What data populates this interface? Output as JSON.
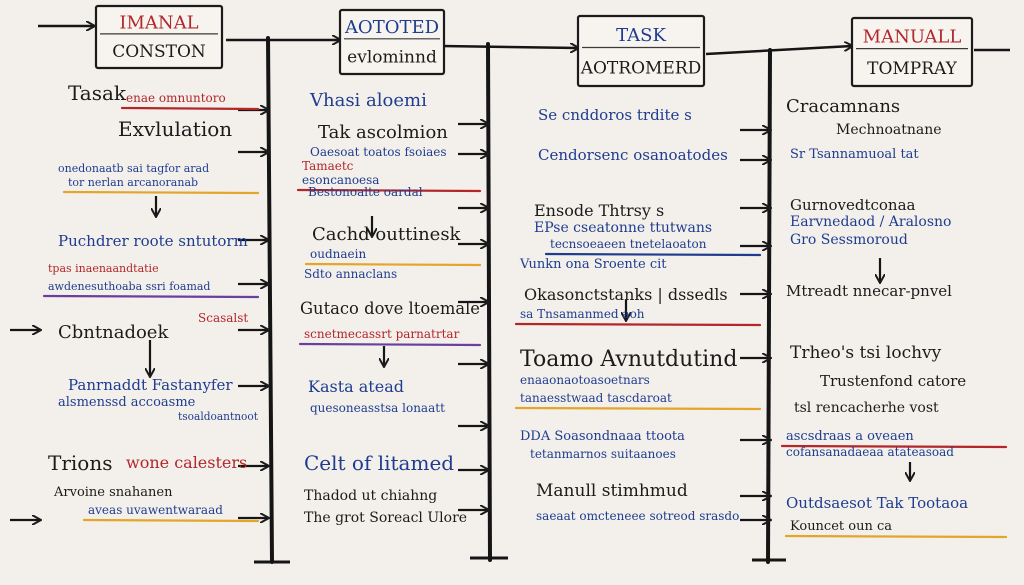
{
  "headers": [
    {
      "top": "IMANAL",
      "bottom": "CONSTON",
      "top_color": "#b3262a",
      "bottom_color": "#1b1b1b"
    },
    {
      "top": "AOTOTED",
      "bottom": "evlominnd",
      "top_color": "#1f3c8f",
      "bottom_color": "#1b1b1b"
    },
    {
      "top": "TASK",
      "bottom": "AOTROMERD",
      "top_color": "#1f3c8f",
      "bottom_color": "#1b1b1b"
    },
    {
      "top": "MANUALL",
      "bottom": "TOMPRAY",
      "top_color": "#b3262a",
      "bottom_color": "#1b1b1b"
    }
  ],
  "columns": [
    {
      "items": [
        {
          "text": "Tasak",
          "color": "#1b1b1b",
          "size": 20
        },
        {
          "text": "enae omnuntoro",
          "color": "#b3262a",
          "size": 12
        },
        {
          "text": "Exvlulation",
          "color": "#1b1b1b",
          "size": 20
        },
        {
          "text": "onedonaatb sai tagfor arad",
          "color": "#1f3c8f",
          "size": 11
        },
        {
          "text": "tor nerlan arcanoranab",
          "color": "#1f3c8f",
          "size": 11
        },
        {
          "text": "Puchdrer roote sntutorm",
          "color": "#1f3c8f",
          "size": 15
        },
        {
          "text": "tpas inaenaandtatie",
          "color": "#b3262a",
          "size": 11
        },
        {
          "text": "awdenesuthoaba ssri foamad",
          "color": "#1f3c8f",
          "size": 11
        },
        {
          "text": "Cbntnadoek",
          "color": "#1b1b1b",
          "size": 18
        },
        {
          "text": "Scasalst",
          "color": "#b3262a",
          "size": 12
        },
        {
          "text": "Panrnaddt Fastanyfer",
          "color": "#1f3c8f",
          "size": 15
        },
        {
          "text": "alsmenssd accoasme",
          "color": "#1f3c8f",
          "size": 13
        },
        {
          "text": "tsoaldoantnoot",
          "color": "#1f3c8f",
          "size": 11
        },
        {
          "text": "Trions",
          "color": "#1b1b1b",
          "size": 20
        },
        {
          "text": "wone calesters",
          "color": "#b3262a",
          "size": 16
        },
        {
          "text": "Arvoine snahanen",
          "color": "#1b1b1b",
          "size": 13
        },
        {
          "text": "aveas uvawentwaraad",
          "color": "#1f3c8f",
          "size": 12
        }
      ]
    },
    {
      "items": [
        {
          "text": "Vhasi aloemi",
          "color": "#1f3c8f",
          "size": 18
        },
        {
          "text": "Tak ascolmion",
          "color": "#1b1b1b",
          "size": 18
        },
        {
          "text": "Oaesoat toatos fsoiaes",
          "color": "#1f3c8f",
          "size": 12
        },
        {
          "text": "Tamaetc",
          "color": "#b3262a",
          "size": 12
        },
        {
          "text": "esoncanoesa",
          "color": "#1f3c8f",
          "size": 12
        },
        {
          "text": "Bestonoalte oardal",
          "color": "#1f3c8f",
          "size": 12
        },
        {
          "text": "Cachd outtinesk",
          "color": "#1b1b1b",
          "size": 18
        },
        {
          "text": "oudnaein",
          "color": "#1f3c8f",
          "size": 12
        },
        {
          "text": "Sdto annaclans",
          "color": "#1f3c8f",
          "size": 12
        },
        {
          "text": "Gutaco dove ltoemale",
          "color": "#1b1b1b",
          "size": 17
        },
        {
          "text": "scnetmecassrt parnatrtar",
          "color": "#b3262a",
          "size": 12
        },
        {
          "text": "Kasta atead",
          "color": "#1f3c8f",
          "size": 16
        },
        {
          "text": "quesoneasstsa lonaatt",
          "color": "#1f3c8f",
          "size": 12
        },
        {
          "text": "Celt of litamed",
          "color": "#1f3c8f",
          "size": 20
        },
        {
          "text": "Thadod ut chiahng",
          "color": "#1b1b1b",
          "size": 14
        },
        {
          "text": "The grot Soreacl Ulore",
          "color": "#1b1b1b",
          "size": 14
        }
      ]
    },
    {
      "items": [
        {
          "text": "Se cnddoros trdite s",
          "color": "#1f3c8f",
          "size": 15
        },
        {
          "text": "Cendorsenc osanoatodes",
          "color": "#1f3c8f",
          "size": 15
        },
        {
          "text": "Ensode Thtrsy s",
          "color": "#1b1b1b",
          "size": 16
        },
        {
          "text": "EPse cseatonne ttutwans",
          "color": "#1f3c8f",
          "size": 14
        },
        {
          "text": "tecnsoeaeen tnetelaoaton",
          "color": "#1f3c8f",
          "size": 12
        },
        {
          "text": "Vunkn ona Sroente cit",
          "color": "#1f3c8f",
          "size": 13
        },
        {
          "text": "Okasonctstanks | dssedls",
          "color": "#1b1b1b",
          "size": 16
        },
        {
          "text": "sa Tnsamanmed aoh",
          "color": "#1f3c8f",
          "size": 12
        },
        {
          "text": "Toamo Avnutdutind",
          "color": "#1b1b1b",
          "size": 22
        },
        {
          "text": "enaaonaotoasoetnars",
          "color": "#1f3c8f",
          "size": 12
        },
        {
          "text": "tanaesstwaad tascdaroat",
          "color": "#1f3c8f",
          "size": 12
        },
        {
          "text": "DDA Soasondnaaa ttoota",
          "color": "#1f3c8f",
          "size": 13
        },
        {
          "text": "tetanmarnos suitaanoes",
          "color": "#1f3c8f",
          "size": 12
        },
        {
          "text": "Manull stimhmud",
          "color": "#1b1b1b",
          "size": 17
        },
        {
          "text": "saeaat omcteneee sotreod srasdo",
          "color": "#1f3c8f",
          "size": 12
        }
      ]
    },
    {
      "items": [
        {
          "text": "Cracamnans",
          "color": "#1b1b1b",
          "size": 18
        },
        {
          "text": "Mechnoatnane",
          "color": "#1b1b1b",
          "size": 14
        },
        {
          "text": "Sr Tsannamuoal tat",
          "color": "#1f3c8f",
          "size": 13
        },
        {
          "text": "Gurnovedtconaa",
          "color": "#1b1b1b",
          "size": 15
        },
        {
          "text": "Earvnedaod / Aralosno",
          "color": "#1f3c8f",
          "size": 14
        },
        {
          "text": "Gro Sessmoroud",
          "color": "#1f3c8f",
          "size": 14
        },
        {
          "text": "Mtreadt nnecar-pnvel",
          "color": "#1b1b1b",
          "size": 15
        },
        {
          "text": "Trheo's tsi lochvy",
          "color": "#1b1b1b",
          "size": 17
        },
        {
          "text": "Trustenfond catore",
          "color": "#1b1b1b",
          "size": 15
        },
        {
          "text": "tsl rencacherhe vost",
          "color": "#1b1b1b",
          "size": 14
        },
        {
          "text": "ascsdraas a oveaen",
          "color": "#1f3c8f",
          "size": 13
        },
        {
          "text": "cofansanadaeaa atateasoad",
          "color": "#1f3c8f",
          "size": 12
        },
        {
          "text": "Outdsaesot Tak Tootaoa",
          "color": "#1f3c8f",
          "size": 15
        },
        {
          "text": "Kouncet oun ca",
          "color": "#1b1b1b",
          "size": 13
        }
      ]
    }
  ]
}
